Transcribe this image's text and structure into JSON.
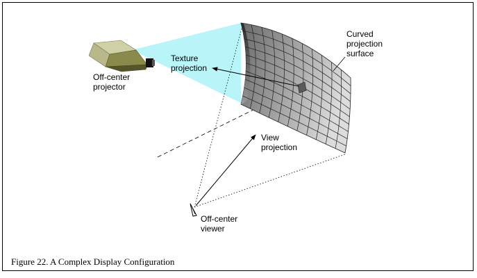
{
  "labels": {
    "curved_surface": "Curved\nprojection\nsurface",
    "texture_projection": "Texture\nprojection",
    "view_projection": "View\nprojection",
    "off_center_projector": "Off-center\nprojector",
    "off_center_viewer": "Off-center\nviewer"
  },
  "caption": "Figure 22. A Complex Display Configuration",
  "colors": {
    "projection_beam": "#b8f4f8",
    "surface_light": "#d4d4d4",
    "surface_dark": "#6c6c6c",
    "projector_body": "#a8a878",
    "projector_dark": "#666633"
  },
  "surface_grid": {
    "columns": 11,
    "rows": 10
  }
}
